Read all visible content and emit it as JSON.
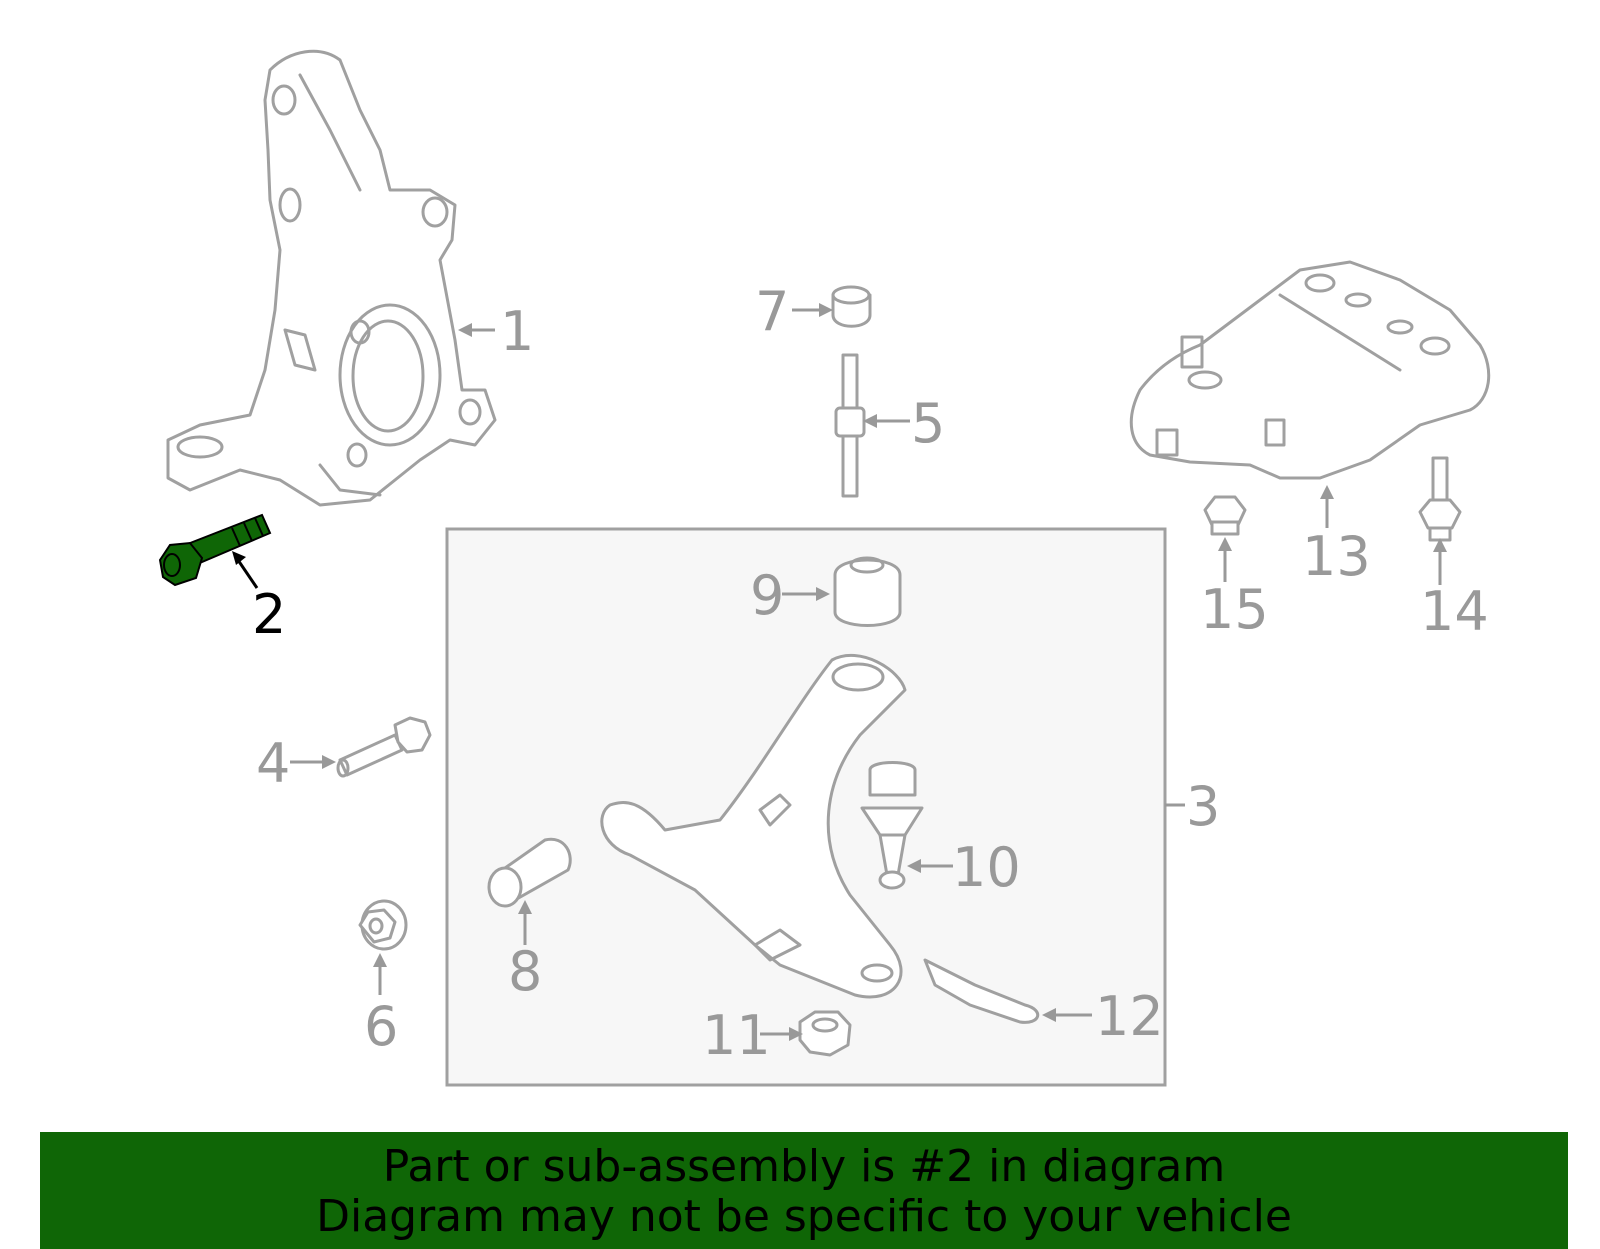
{
  "diagram": {
    "highlight_color": "#0f6606",
    "highlighted_part": "2",
    "callouts": [
      {
        "id": "p1",
        "label": "1"
      },
      {
        "id": "p2",
        "label": "2"
      },
      {
        "id": "p3",
        "label": "3"
      },
      {
        "id": "p4",
        "label": "4"
      },
      {
        "id": "p5",
        "label": "5"
      },
      {
        "id": "p6",
        "label": "6"
      },
      {
        "id": "p7",
        "label": "7"
      },
      {
        "id": "p8",
        "label": "8"
      },
      {
        "id": "p9",
        "label": "9"
      },
      {
        "id": "p10",
        "label": "10"
      },
      {
        "id": "p11",
        "label": "11"
      },
      {
        "id": "p12",
        "label": "12"
      },
      {
        "id": "p13",
        "label": "13"
      },
      {
        "id": "p14",
        "label": "14"
      },
      {
        "id": "p15",
        "label": "15"
      }
    ]
  },
  "banner": {
    "line1": "Part or sub-assembly is #2 in diagram",
    "line2": "Diagram may not be specific to your vehicle",
    "background": "#0f6606"
  }
}
